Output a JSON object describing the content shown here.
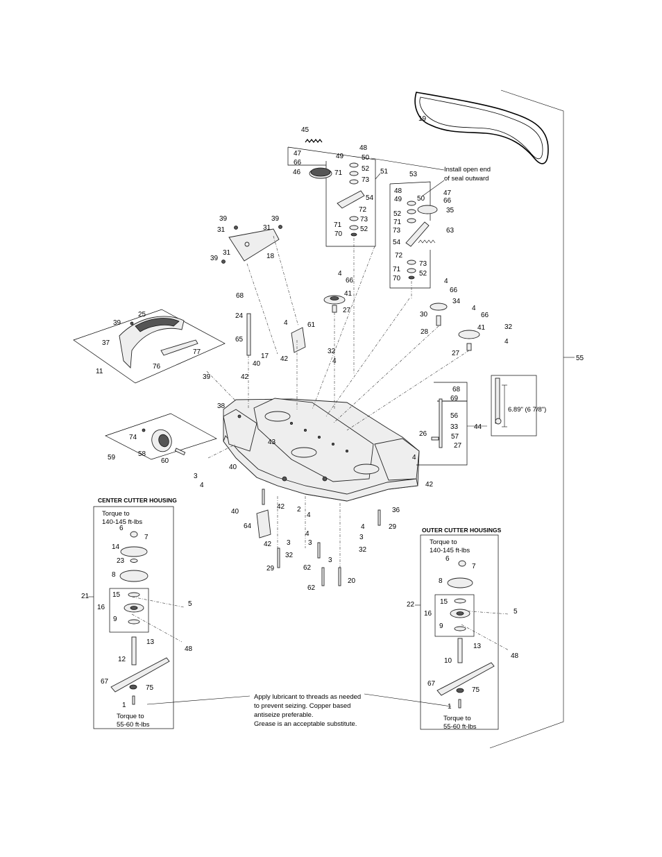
{
  "labels": {
    "c1": "1",
    "c3": "3",
    "c4": "4",
    "c5": "5",
    "c6": "6",
    "c7": "7",
    "c8": "8",
    "c9": "9",
    "c10": "10",
    "c11": "11",
    "c12": "12",
    "c13": "13",
    "c14": "14",
    "c15": "15",
    "c16": "16",
    "c17": "17",
    "c18": "18",
    "c19": "19",
    "c20": "20",
    "c21": "21",
    "c22": "22",
    "c23": "23",
    "c24": "24",
    "c25": "25",
    "c26": "26",
    "c27": "27",
    "c28": "28",
    "c29": "29",
    "c30": "30",
    "c31": "31",
    "c32": "32",
    "c33": "33",
    "c34": "34",
    "c35": "35",
    "c36": "36",
    "c37": "37",
    "c38": "38",
    "c39": "39",
    "c40": "40",
    "c41": "41",
    "c42": "42",
    "c43": "43",
    "c44": "44",
    "c45": "45",
    "c46": "46",
    "c47": "47",
    "c48": "48",
    "c49": "49",
    "c50": "50",
    "c51": "51",
    "c52": "52",
    "c53": "53",
    "c54": "54",
    "c55": "55",
    "c56": "56",
    "c57": "57",
    "c58": "58",
    "c59": "59",
    "c60": "60",
    "c61": "61",
    "c62": "62",
    "c63": "63",
    "c64": "64",
    "c65": "65",
    "c66": "66",
    "c67": "67",
    "c68": "68",
    "c69": "69",
    "c70": "70",
    "c71": "71",
    "c72": "72",
    "c73": "73",
    "c74": "74",
    "c75": "75",
    "c76": "76",
    "c77": "77",
    "c2": "2"
  },
  "headings": {
    "center": "CENTER CUTTER HOUSING",
    "outer": "OUTER CUTTER HOUSINGS"
  },
  "notes": {
    "seal_line1": "Install open end",
    "seal_line2": "of seal outward",
    "torque_to": "Torque to",
    "torque_high": "140-145 ft-lbs",
    "torque_low": "55-60 ft-lbs",
    "dimension": "6.89\" (6 7/8\")",
    "lube_line1": "Apply lubricant to threads as needed",
    "lube_line2": "to prevent seizing.  Copper based",
    "lube_line3": "antiseize preferable.",
    "lube_line4": "Grease is an acceptable substitute."
  }
}
